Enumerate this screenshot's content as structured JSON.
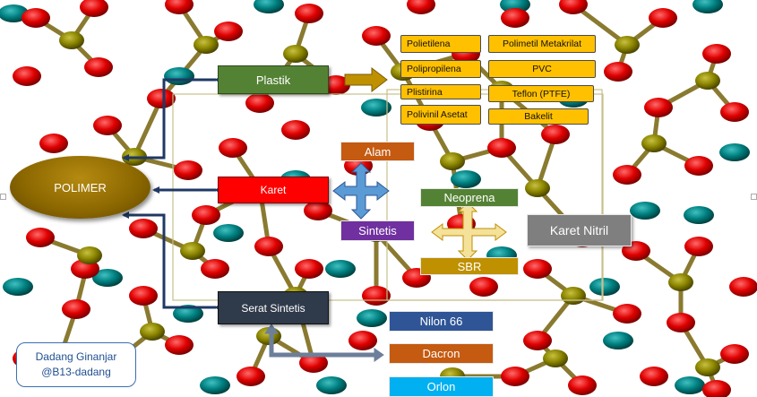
{
  "center": {
    "label": "POLIMER"
  },
  "categories": {
    "plastik": "Plastik",
    "karet": "Karet",
    "serat_sintetis": "Serat Sintetis"
  },
  "plastik_examples": {
    "col1": [
      "Polietilena",
      "Polipropilena",
      "Plistirina",
      "Polivinil Asetat"
    ],
    "col2": [
      "Polimetil Metakrilat",
      "PVC",
      "Teflon (PTFE)",
      "Bakelit"
    ]
  },
  "karet_types": {
    "alam": "Alam",
    "sintetis": "Sintetis",
    "neoprena": "Neoprena",
    "karet_nitril": "Karet Nitril",
    "sbr": "SBR"
  },
  "serat_examples": {
    "nilon": "Nilon 66",
    "dacron": "Dacron",
    "orlon": "Orlon"
  },
  "credit": {
    "line1": "Dadang Ginanjar",
    "line2": "@B13-dadang"
  },
  "colors": {
    "plastik": "#548235",
    "karet": "#ff0000",
    "serat_sintetis": "#2f3a4a",
    "yellow_box": "#ffc000",
    "alam": "#c55a11",
    "sintetis": "#7030a0",
    "neoprena": "#548235",
    "karet_nitril": "#7f7f7f",
    "sbr": "#bf9000",
    "nilon": "#2f5597",
    "dacron": "#c55a11",
    "orlon": "#00b0f0",
    "connector": "#1f3864",
    "atom_red": "#e00000",
    "atom_olive": "#8b8500",
    "atom_teal": "#008080"
  }
}
